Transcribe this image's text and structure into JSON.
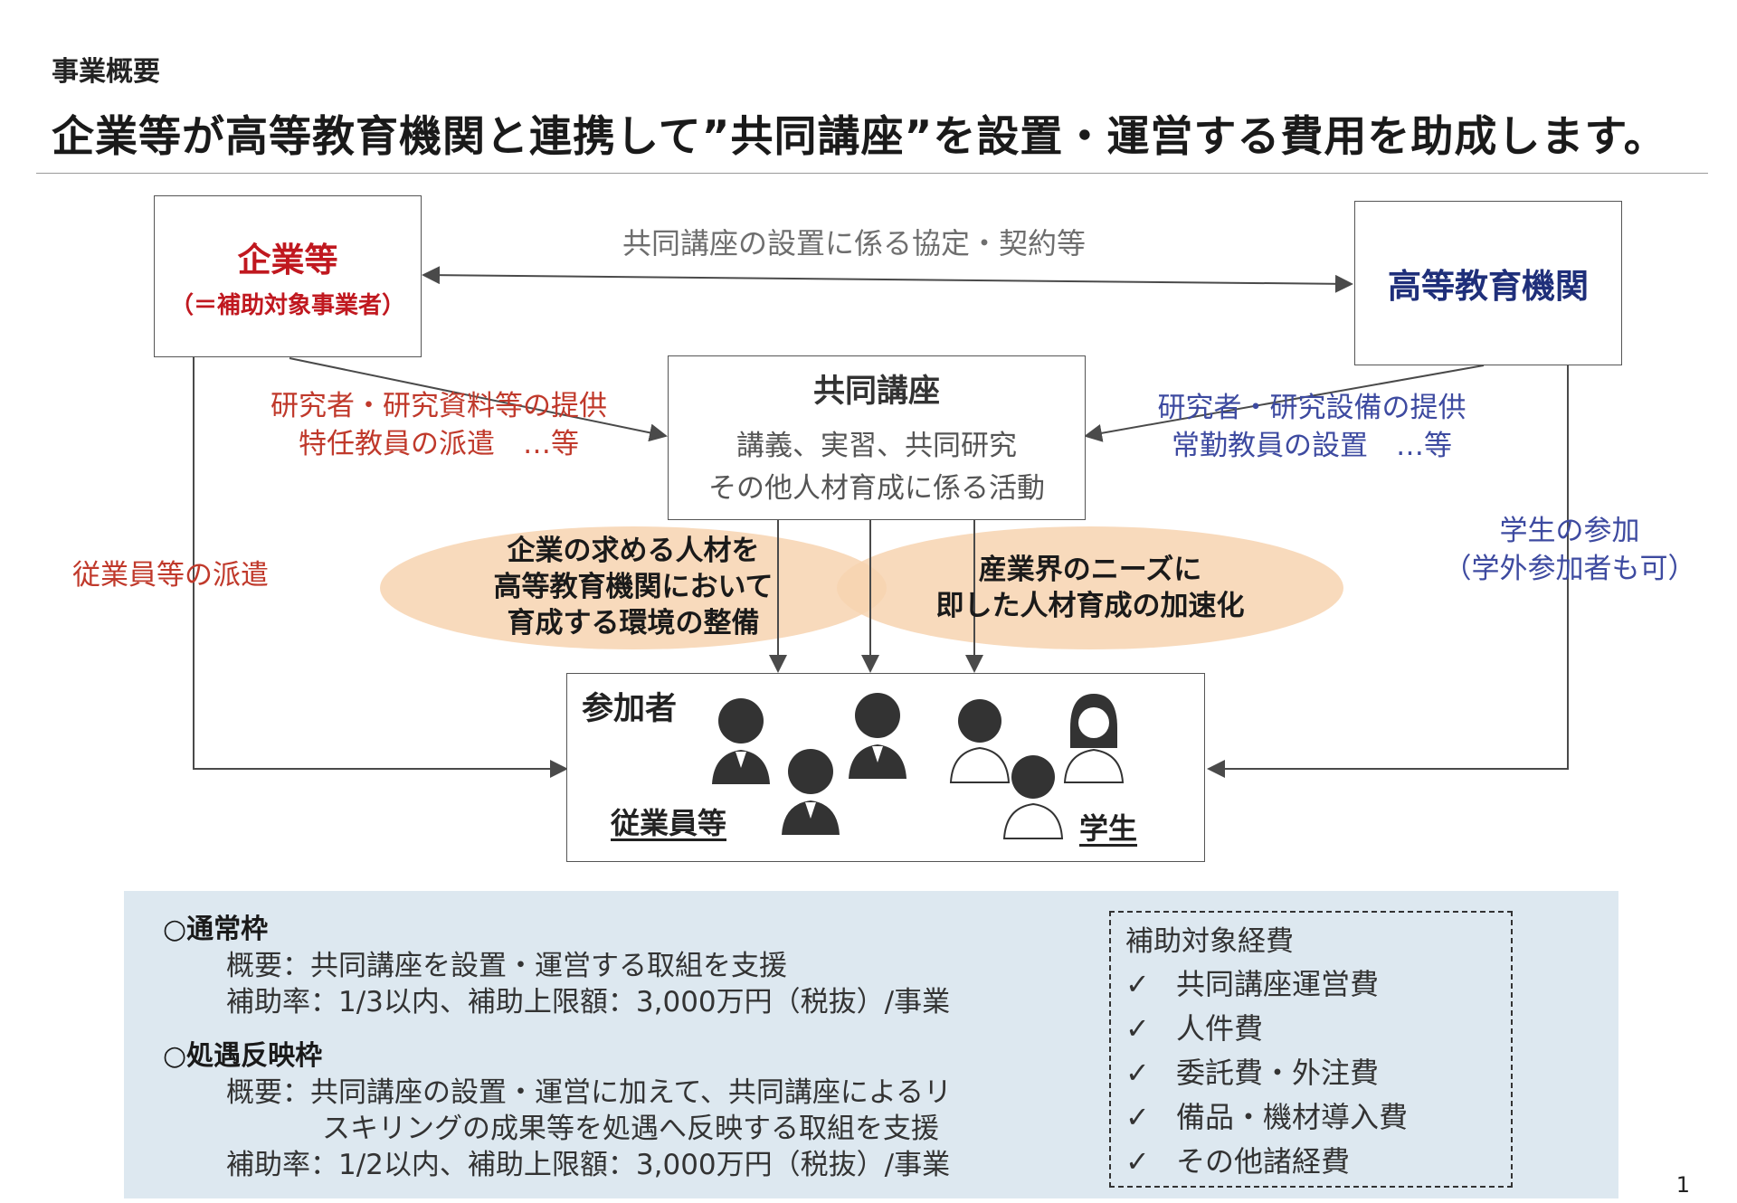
{
  "header": {
    "section_label": "事業概要",
    "headline": "企業等が高等教育機関と連携して”共同講座”を設置・運営する費用を助成します。"
  },
  "diagram": {
    "company": {
      "name": "企業等",
      "sub": "（＝補助対象事業者）"
    },
    "institution": {
      "name": "高等教育機関"
    },
    "agreement_label": "共同講座の設置に係る協定・契約等",
    "joint_course": {
      "title": "共同講座",
      "line1": "講義、実習、共同研究",
      "line2": "その他人材育成に係る活動"
    },
    "company_provides": {
      "line1": "研究者・研究資料等の提供",
      "line2": "特任教員の派遣　…等"
    },
    "institution_provides": {
      "line1": "研究者・研究設備の提供",
      "line2": "常勤教員の設置　…等"
    },
    "employee_dispatch": "従業員等の派遣",
    "student_participation": {
      "line1": "学生の参加",
      "line2": "（学外参加者も可）"
    },
    "goal_left": {
      "line1": "企業の求める人材を",
      "line2": "高等教育機関において",
      "line3": "育成する環境の整備"
    },
    "goal_right": {
      "line1": "産業界のニーズに",
      "line2": "即した人材育成の加速化"
    },
    "participants": {
      "title": "参加者",
      "employees_label": "従業員等",
      "students_label": "学生"
    },
    "colors": {
      "company_red": "#c0181f",
      "institution_navy": "#1f2f7a",
      "ellipse_fill": "#f7d3b0"
    }
  },
  "schemes": {
    "normal": {
      "title": "○通常枠",
      "overview": "概要：共同講座を設置・運営する取組を支援",
      "rate": "補助率：1/3以内、補助上限額：3,000万円（税抜）/事業"
    },
    "treatment": {
      "title": "○処遇反映枠",
      "overview_line1": "概要：共同講座の設置・運営に加えて、共同講座によるリ",
      "overview_line2": "スキリングの成果等を処遇へ反映する取組を支援",
      "rate": "補助率：1/2以内、補助上限額：3,000万円（税抜）/事業"
    },
    "panel_color": "#dde8f0"
  },
  "expenses": {
    "title": "補助対象経費",
    "check_icon": "✓",
    "items": [
      "共同講座運営費",
      "人件費",
      "委託費・外注費",
      "備品・機材導入費",
      "その他諸経費"
    ]
  },
  "page_number": "1"
}
